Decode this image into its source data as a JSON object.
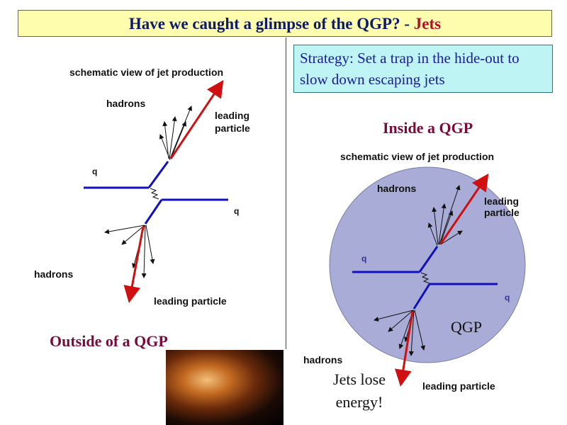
{
  "header": {
    "title_main": "Have we caught a glimpse of the QGP? - ",
    "title_accent": "Jets"
  },
  "strategy": {
    "text": "Strategy: Set a trap in the hide-out to slow down escaping jets"
  },
  "left_diagram": {
    "schematic_title": "schematic view of  jet production",
    "hadrons_top": "hadrons",
    "leading_top_1": "leading",
    "leading_top_2": "particle",
    "q_left": "q",
    "q_right": "q",
    "hadrons_bottom": "hadrons",
    "leading_bottom": "leading particle"
  },
  "right_diagram": {
    "schematic_title": "schematic view of  jet production",
    "hadrons_top": "hadrons",
    "leading_top_1": "leading",
    "leading_top_2": "particle",
    "q_left": "q",
    "q_right": "q",
    "qgp_label": "QGP",
    "hadrons_bottom": "hadrons",
    "leading_bottom": "leading particle"
  },
  "labels": {
    "inside": "Inside a QGP",
    "outside": "Outside of a QGP",
    "jets_lose": "Jets lose energy!"
  },
  "colors": {
    "quark_line": "#1010c0",
    "leading_arrow": "#d01010",
    "qgp_fill": "#a9acd6"
  }
}
